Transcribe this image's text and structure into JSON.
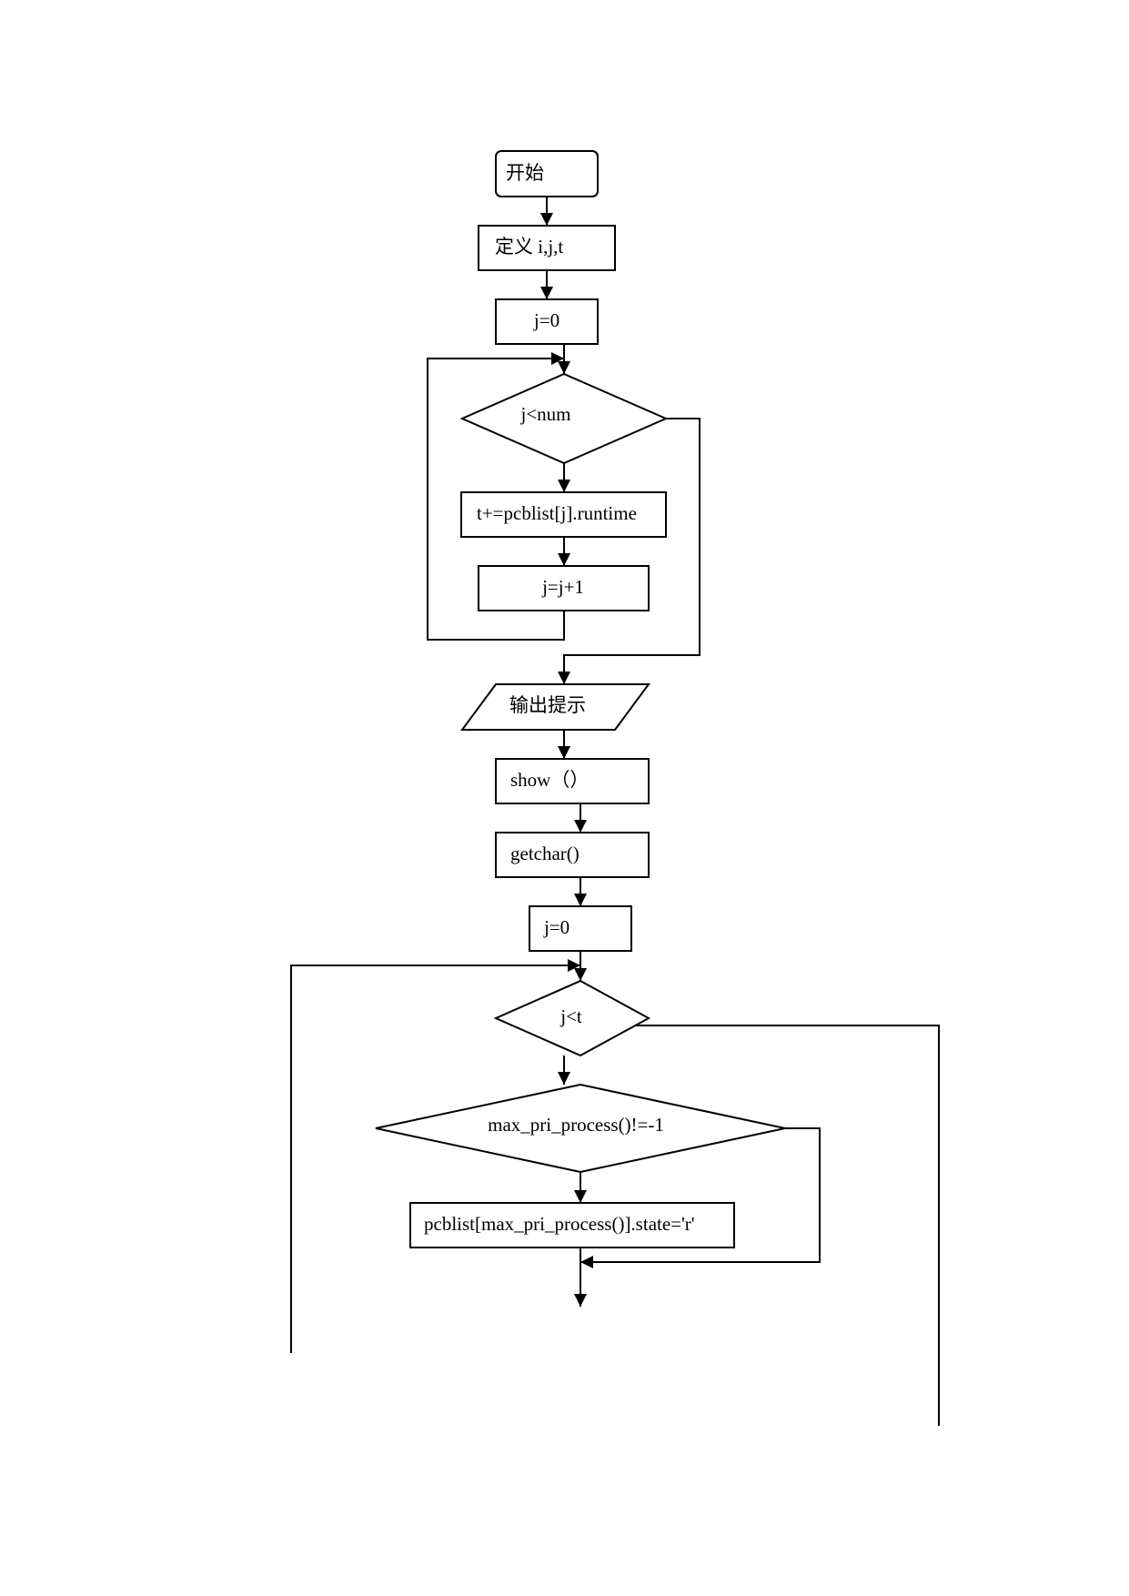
{
  "nodes": {
    "start": "开始",
    "define_vars": "定义 i,j,t",
    "init_j_1": "j=0",
    "cond_j_lt_num": "j<num",
    "accumulate_runtime": "t+=pcblist[j].runtime",
    "increment_j": "j=j+1",
    "output_prompt": "输出提示",
    "call_show": "show（）",
    "call_getchar": "getchar()",
    "init_j_2": "j=0",
    "cond_j_lt_t": "j<t",
    "cond_max_pri": "max_pri_process()!=-1",
    "set_state": "pcblist[max_pri_process()].state='r'"
  },
  "colors": {
    "stroke": "#000000",
    "fill": "#ffffff",
    "text": "#000000"
  }
}
